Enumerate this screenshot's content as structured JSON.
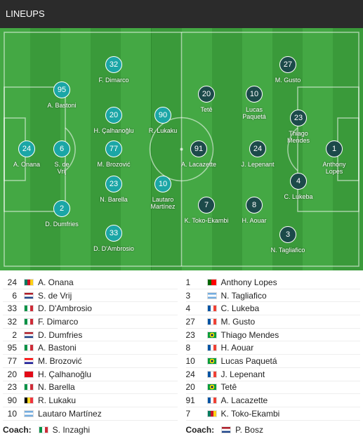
{
  "header": {
    "title": "LINEUPS"
  },
  "colors": {
    "home": "#1ba6a6",
    "away": "#1c4a4a",
    "pitch": "#2f8c2f"
  },
  "pitch_home": [
    {
      "number": "24",
      "name": "A. Onana"
    },
    {
      "number": "6",
      "name": "S. de\nVrij"
    },
    {
      "number": "2",
      "name": "D. Dumfries"
    },
    {
      "number": "95",
      "name": "A. Bastoni"
    },
    {
      "number": "33",
      "name": "D. D'Ambrosio"
    },
    {
      "number": "32",
      "name": "F. Dimarco"
    },
    {
      "number": "20",
      "name": "H. Çalhanoğlu"
    },
    {
      "number": "77",
      "name": "M. Brozović"
    },
    {
      "number": "23",
      "name": "N. Barella"
    },
    {
      "number": "90",
      "name": "R. Lukaku"
    },
    {
      "number": "10",
      "name": "Lautaro\nMartínez"
    }
  ],
  "pitch_away": [
    {
      "number": "1",
      "name": "Anthony\nLopes"
    },
    {
      "number": "27",
      "name": "M. Gusto"
    },
    {
      "number": "23",
      "name": "Thiago\nMendes"
    },
    {
      "number": "4",
      "name": "C. Lukeba"
    },
    {
      "number": "3",
      "name": "N. Tagliafico"
    },
    {
      "number": "10",
      "name": "Lucas\nPaquetá"
    },
    {
      "number": "24",
      "name": "J. Lepenant"
    },
    {
      "number": "8",
      "name": "H. Aouar"
    },
    {
      "number": "20",
      "name": "Tetê"
    },
    {
      "number": "91",
      "name": "A. Lacazette"
    },
    {
      "number": "7",
      "name": "K. Toko-Ekambi"
    }
  ],
  "home_list": [
    {
      "number": "24",
      "name": "A. Onana",
      "flag": "cameroon"
    },
    {
      "number": "6",
      "name": "S. de Vrij",
      "flag": "netherlands"
    },
    {
      "number": "33",
      "name": "D. D'Ambrosio",
      "flag": "italy"
    },
    {
      "number": "32",
      "name": "F. Dimarco",
      "flag": "italy"
    },
    {
      "number": "2",
      "name": "D. Dumfries",
      "flag": "netherlands"
    },
    {
      "number": "95",
      "name": "A. Bastoni",
      "flag": "italy"
    },
    {
      "number": "77",
      "name": "M. Brozović",
      "flag": "croatia"
    },
    {
      "number": "20",
      "name": "H. Çalhanoğlu",
      "flag": "turkey"
    },
    {
      "number": "23",
      "name": "N. Barella",
      "flag": "italy"
    },
    {
      "number": "90",
      "name": "R. Lukaku",
      "flag": "belgium"
    },
    {
      "number": "10",
      "name": "Lautaro Martínez",
      "flag": "argentina"
    }
  ],
  "away_list": [
    {
      "number": "1",
      "name": "Anthony Lopes",
      "flag": "portugal"
    },
    {
      "number": "3",
      "name": "N. Tagliafico",
      "flag": "argentina"
    },
    {
      "number": "4",
      "name": "C. Lukeba",
      "flag": "france"
    },
    {
      "number": "27",
      "name": "M. Gusto",
      "flag": "france"
    },
    {
      "number": "23",
      "name": "Thiago Mendes",
      "flag": "brazil"
    },
    {
      "number": "8",
      "name": "H. Aouar",
      "flag": "france"
    },
    {
      "number": "10",
      "name": "Lucas Paquetá",
      "flag": "brazil"
    },
    {
      "number": "24",
      "name": "J. Lepenant",
      "flag": "france"
    },
    {
      "number": "20",
      "name": "Tetê",
      "flag": "brazil"
    },
    {
      "number": "91",
      "name": "A. Lacazette",
      "flag": "france"
    },
    {
      "number": "7",
      "name": "K. Toko-Ekambi",
      "flag": "cameroon"
    }
  ],
  "coaches": {
    "label": "Coach:",
    "home": {
      "name": "S. Inzaghi",
      "flag": "italy"
    },
    "away": {
      "name": "P. Bosz",
      "flag": "netherlands"
    }
  }
}
